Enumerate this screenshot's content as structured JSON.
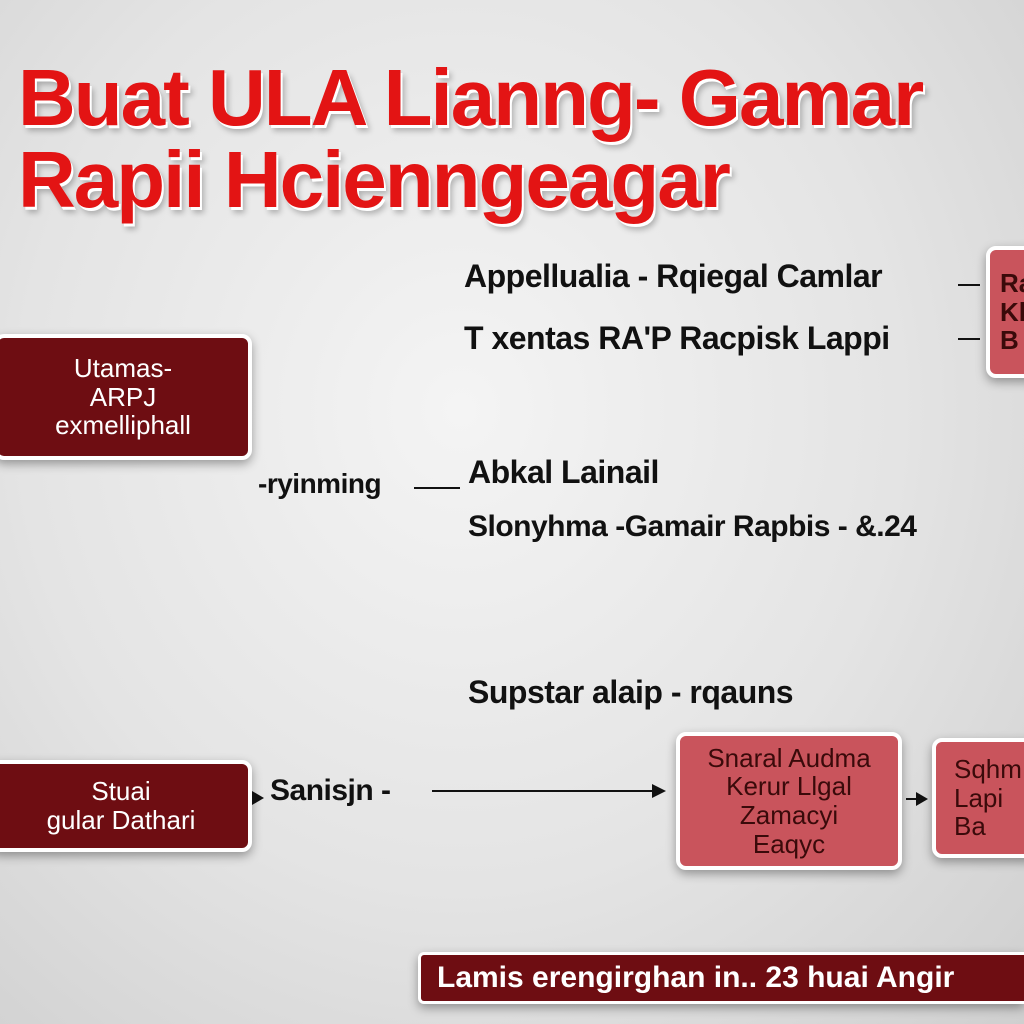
{
  "colors": {
    "title": "#e31414",
    "dark_box": "#6e0d12",
    "light_box": "#c9545c",
    "text": "#111111"
  },
  "title": {
    "line1": "Buat ULA Lianng- Gamar",
    "line2": "Rapii Hcienngeagar"
  },
  "boxes": {
    "left_top": [
      "Utamas-",
      "ARPJ",
      "exmelliphall"
    ],
    "left_bottom": [
      "Stuai",
      "gular Dathari"
    ],
    "right_top": [
      "Ra",
      "Kl",
      "B"
    ],
    "middle_bottom": [
      "Snaral Audma",
      "Kerur Llgal",
      "Zamacyi",
      "Eaqyc"
    ],
    "right_bottom": [
      "Sqhm",
      "Lapi",
      "Ba"
    ]
  },
  "labels": {
    "top1": "Appellualia - Rqiegal Camlar",
    "top2": "T xentas  RA'P Racpisk Lappi",
    "mid_connector": "-ryinming",
    "mid1": "Abkal Lainail",
    "mid2": "Slonyhma -Gamair Rapbis  - &.24",
    "sub": "Supstar alaip - rqauns",
    "bottom_connector": "Sanisjn -"
  },
  "footer": {
    "text": "Lamis erengirghan in.. 23 huai Angir"
  }
}
